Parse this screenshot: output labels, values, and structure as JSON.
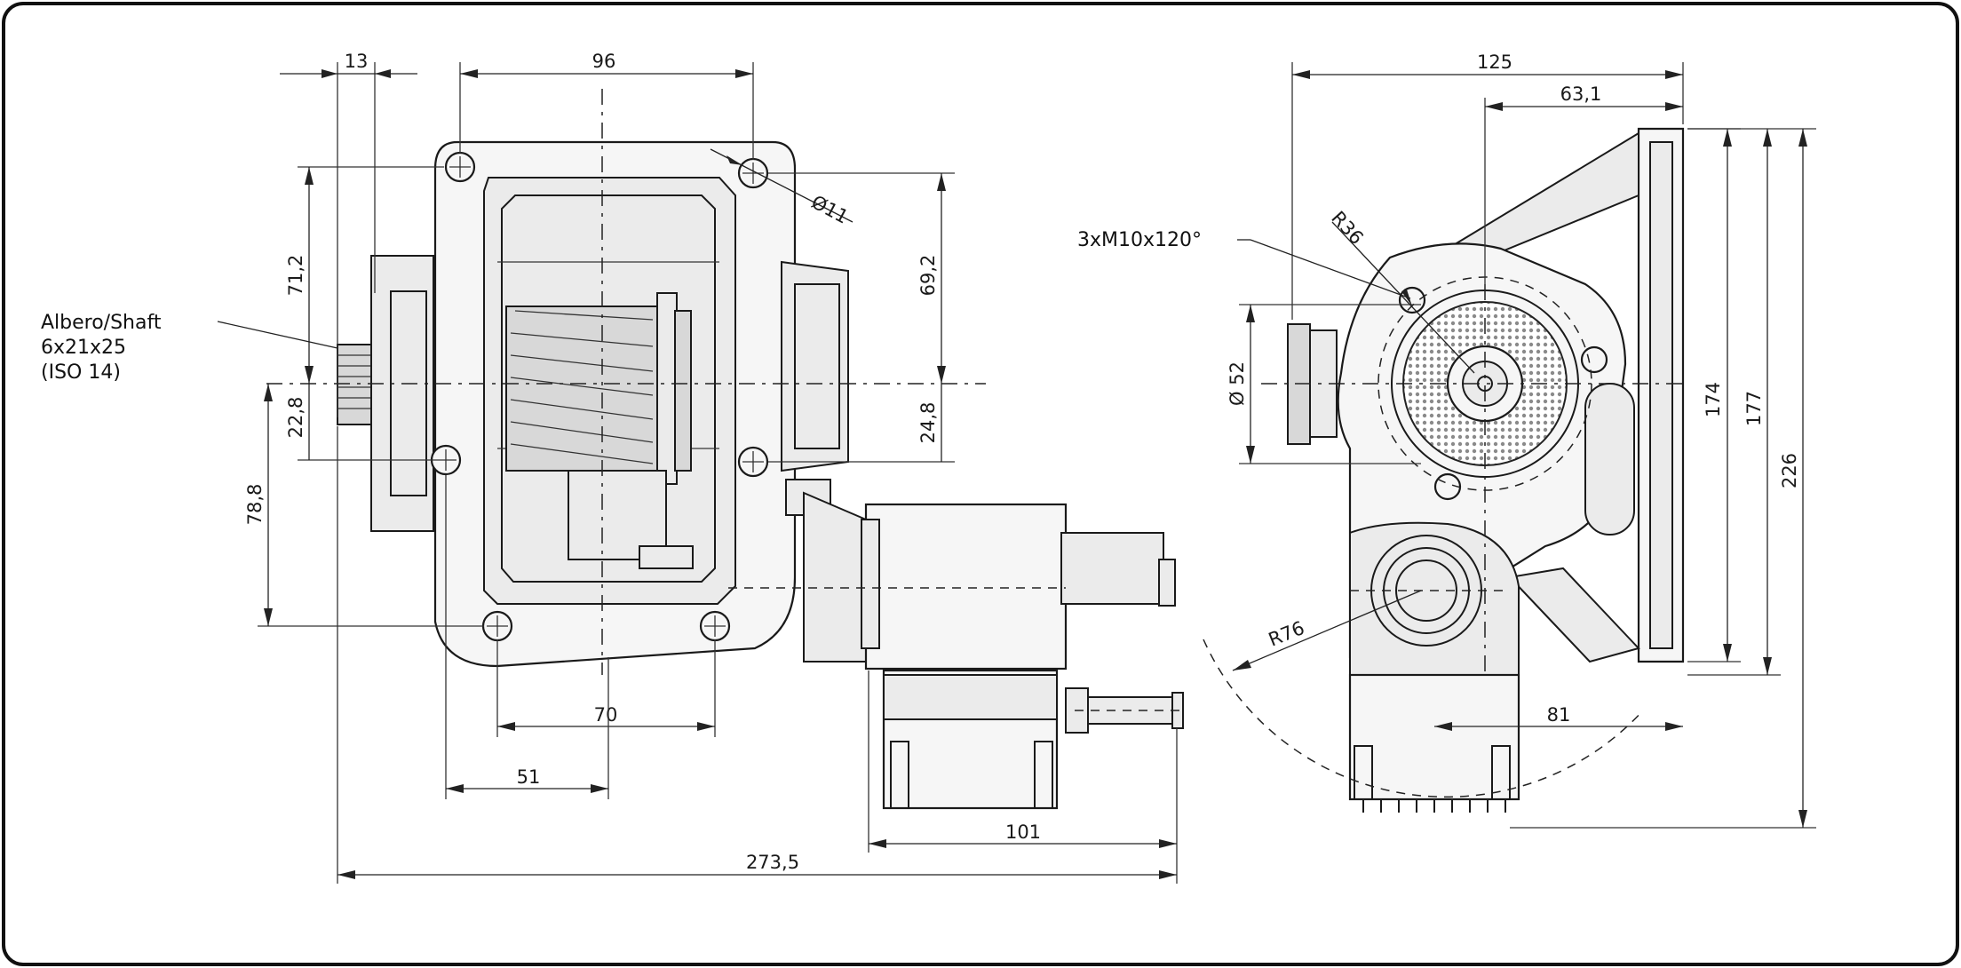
{
  "labels": {
    "shaft_line1": "Albero/Shaft",
    "shaft_line2": "6x21x25",
    "shaft_line3": "(ISO 14)",
    "thread": "3xM10x120°"
  },
  "dimensions": {
    "d13": "13",
    "d96": "96",
    "d11": "Ø11",
    "d71_2": "71,2",
    "d69_2": "69,2",
    "d22_8": "22,8",
    "d24_8": "24,8",
    "d78_8": "78,8",
    "d70": "70",
    "d51": "51",
    "d101": "101",
    "d273_5": "273,5",
    "d125": "125",
    "d63_1": "63,1",
    "r36": "R36",
    "d52": "Ø 52",
    "d174": "174",
    "d177": "177",
    "d226": "226",
    "r76": "R76",
    "d81": "81"
  }
}
